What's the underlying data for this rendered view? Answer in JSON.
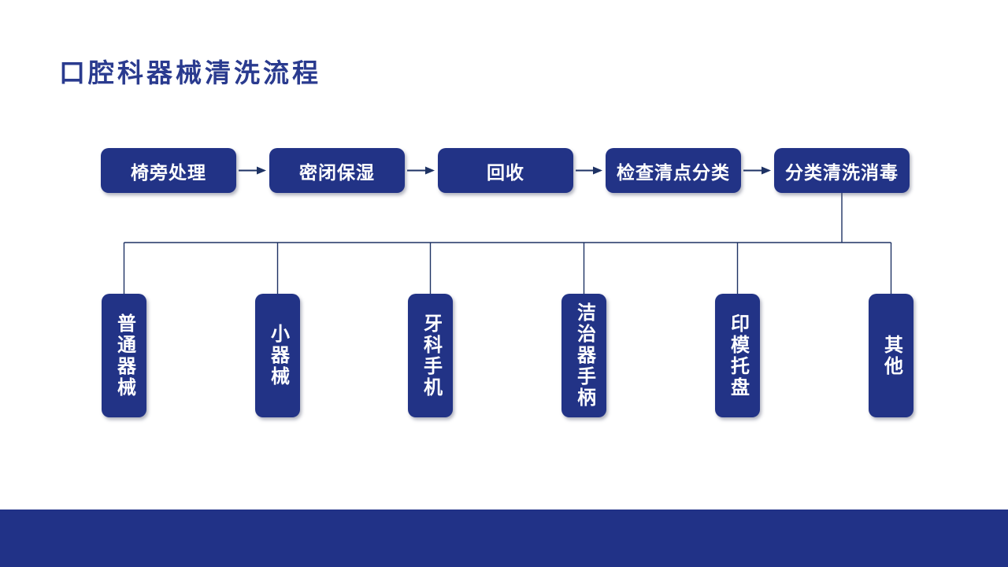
{
  "slide": {
    "title": "口腔科器械清洗流程"
  },
  "flow": {
    "steps": [
      {
        "label": "椅旁处理"
      },
      {
        "label": "密闭保湿"
      },
      {
        "label": "回收"
      },
      {
        "label": "检查清点分类"
      },
      {
        "label": "分类清洗消毒"
      }
    ]
  },
  "categories": {
    "items": [
      {
        "label": "普通器械"
      },
      {
        "label": "小器械"
      },
      {
        "label": "牙科手机"
      },
      {
        "label": "洁治器手柄"
      },
      {
        "label": "印模托盘"
      },
      {
        "label": "其他"
      }
    ]
  },
  "colors": {
    "box_fill": "#223386",
    "title_text": "#2a3b8f",
    "footer_band": "#213287",
    "connector_line": "#1e3264",
    "box_text": "#ffffff",
    "background": "#ffffff"
  }
}
